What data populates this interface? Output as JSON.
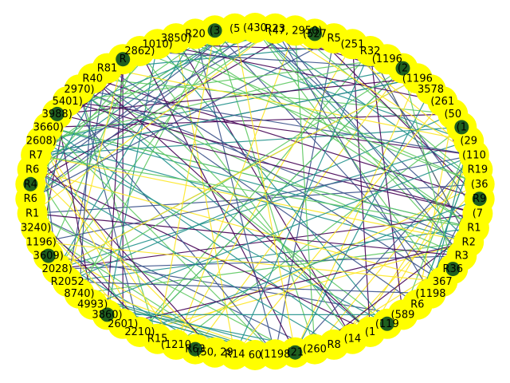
{
  "colors": {
    "background": "#ffffff",
    "node_fill": "#ffff00",
    "highlight_fill": "#1f5f1f",
    "edge_palette": [
      "#440154",
      "#3b528b",
      "#21918c",
      "#5ec962",
      "#fde725"
    ]
  },
  "diagram": {
    "type": "network-graph",
    "layout": "circular",
    "highlighted_node_count": 14,
    "labels": [
      "(430",
      "R23",
      "(47, 2950)",
      "(527",
      "R5",
      "(251",
      "R32",
      "(1196",
      "(2",
      "(1196",
      "3578",
      "(261",
      "(50",
      "(1",
      "(29",
      "(110",
      "R19",
      "(36",
      "R9",
      "(7",
      "R1",
      "R2",
      "R3",
      "R36",
      "367",
      "(1198",
      "R6",
      "(589",
      "(119",
      "(1",
      "(14",
      "R8",
      "(260",
      "(21",
      "(1198",
      "60",
      "R14",
      "(50, 29",
      "R63",
      "(1210",
      "R15",
      "2210)",
      "2601)",
      "3860)",
      "4993)",
      "8740)",
      "R2052",
      "2028)",
      "3609)",
      "1196)",
      "3240)",
      "R1",
      "R6",
      "R4",
      "R6",
      "R7",
      "2608)",
      "3660)",
      "3988)",
      "5401)",
      "2970)",
      "R40",
      "R81",
      "R",
      "2862)",
      "1010)",
      "3850)",
      "R20",
      "(3",
      "(5"
    ]
  }
}
